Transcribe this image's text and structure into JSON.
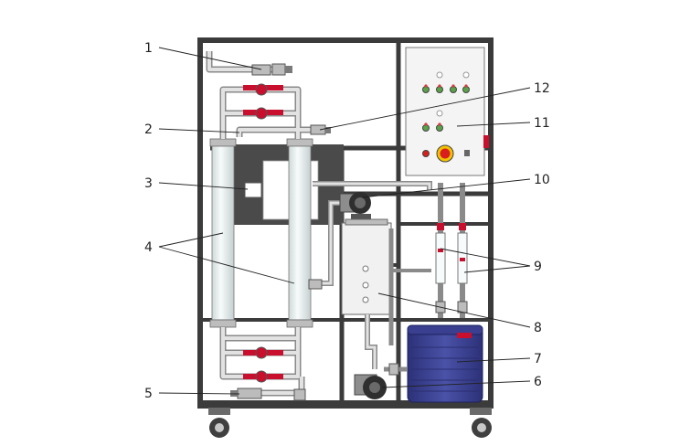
{
  "callouts": [
    {
      "id": "1",
      "label": "1"
    },
    {
      "id": "2",
      "label": "2"
    },
    {
      "id": "3",
      "label": "3"
    },
    {
      "id": "4",
      "label": "4"
    },
    {
      "id": "5",
      "label": "5"
    },
    {
      "id": "6",
      "label": "6"
    },
    {
      "id": "7",
      "label": "7"
    },
    {
      "id": "8",
      "label": "8"
    },
    {
      "id": "9",
      "label": "9"
    },
    {
      "id": "10",
      "label": "10"
    },
    {
      "id": "11",
      "label": "11"
    },
    {
      "id": "12",
      "label": "12"
    }
  ],
  "colors": {
    "frame": "#3b3b3b",
    "pipe": "#d9d9d9",
    "valve_handle": "#c8102e",
    "tank": "#3a3f8f",
    "column_glass": "#eef3f3",
    "panel": "#f4f4f4",
    "estop": "#d81e1e",
    "estop_ring": "#f2c200"
  }
}
